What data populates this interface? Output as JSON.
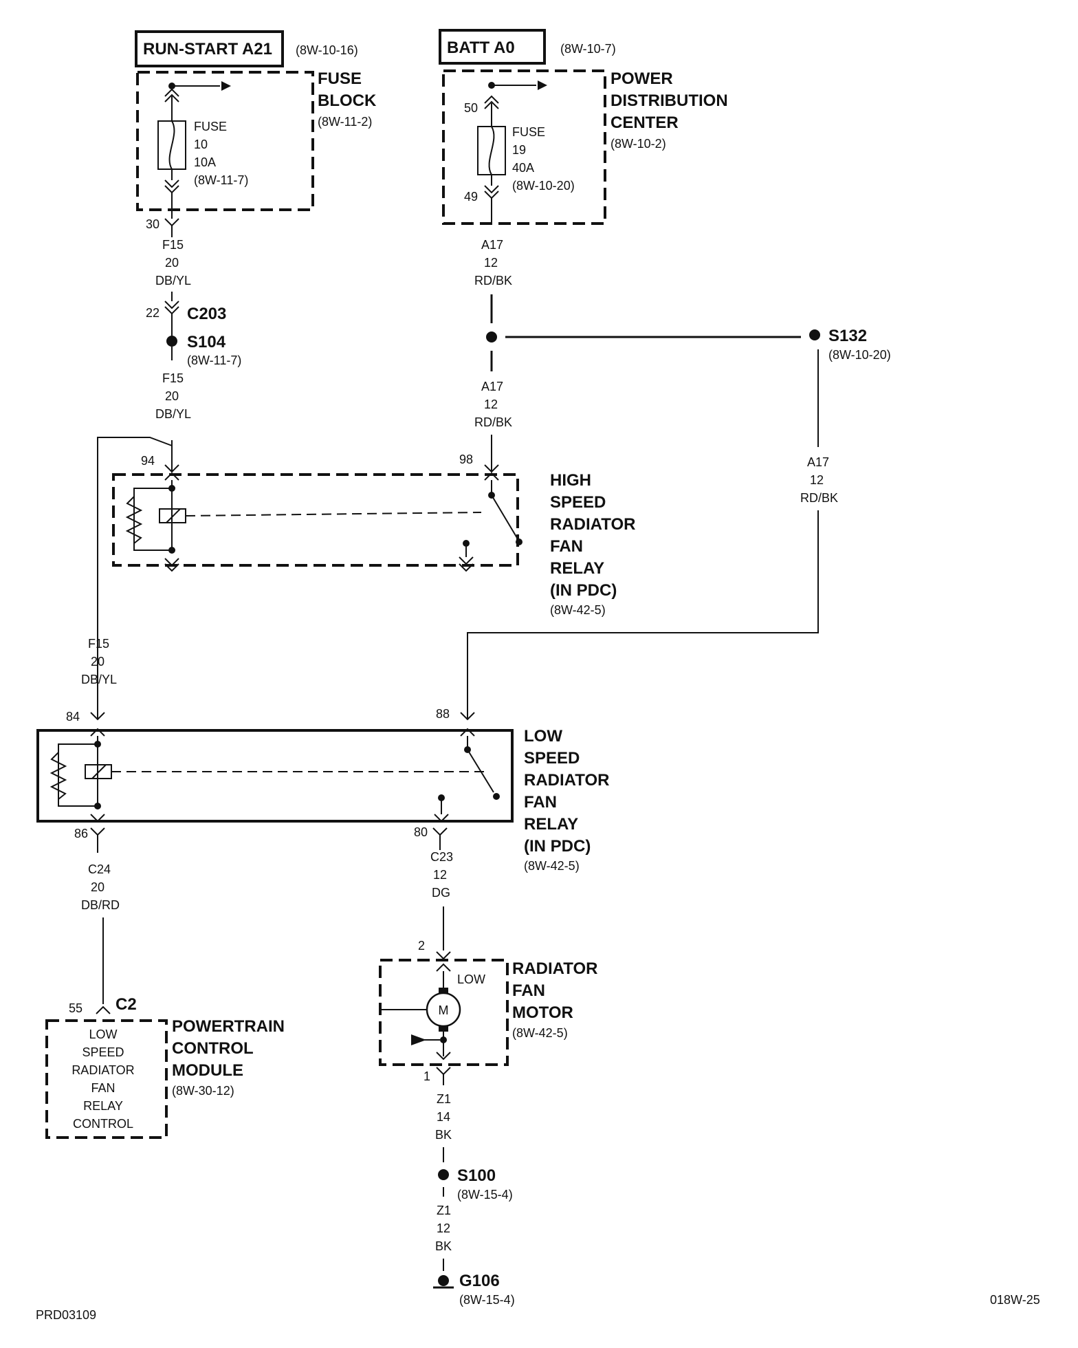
{
  "sources": {
    "run_start": {
      "label": "RUN-START A21",
      "ref": "(8W-10-16)"
    },
    "batt": {
      "label": "BATT A0",
      "ref": "(8W-10-7)"
    }
  },
  "fuse_block": {
    "name_lines": [
      "FUSE",
      "BLOCK"
    ],
    "ref": "(8W-11-2)",
    "fuse_lines": [
      "FUSE",
      "10",
      "10A",
      "(8W-11-7)"
    ],
    "out_pin": "30"
  },
  "pdc": {
    "name_lines": [
      "POWER",
      "DISTRIBUTION",
      "CENTER"
    ],
    "ref": "(8W-10-2)",
    "fuse_lines": [
      "FUSE",
      "19",
      "40A",
      "(8W-10-20)"
    ],
    "in_pin": "50",
    "out_pin": "49"
  },
  "wires": {
    "f15_a": [
      "F15",
      "20",
      "DB/YL"
    ],
    "f15_b": [
      "F15",
      "20",
      "DB/YL"
    ],
    "f15_c": [
      "F15",
      "20",
      "DB/YL"
    ],
    "a17_a": [
      "A17",
      "12",
      "RD/BK"
    ],
    "a17_b": [
      "A17",
      "12",
      "RD/BK"
    ],
    "a17_c": [
      "A17",
      "12",
      "RD/BK"
    ],
    "c24": [
      "C24",
      "20",
      "DB/RD"
    ],
    "c23": [
      "C23",
      "12",
      "DG"
    ],
    "z1_a": [
      "Z1",
      "14",
      "BK"
    ],
    "z1_b": [
      "Z1",
      "12",
      "BK"
    ]
  },
  "connectors": {
    "c203": {
      "label": "C203",
      "pin": "22"
    },
    "c2": {
      "label": "C2",
      "pin": "55"
    }
  },
  "splices": {
    "s104": {
      "label": "S104",
      "ref": "(8W-11-7)"
    },
    "s132": {
      "label": "S132",
      "ref": "(8W-10-20)"
    },
    "s100": {
      "label": "S100",
      "ref": "(8W-15-4)"
    }
  },
  "ground": {
    "label": "G106",
    "ref": "(8W-15-4)"
  },
  "high_relay": {
    "name_lines": [
      "HIGH",
      "SPEED",
      "RADIATOR",
      "FAN",
      "RELAY",
      "(IN PDC)"
    ],
    "ref": "(8W-42-5)",
    "pin_left": "94",
    "pin_right": "98"
  },
  "low_relay": {
    "name_lines": [
      "LOW",
      "SPEED",
      "RADIATOR",
      "FAN",
      "RELAY",
      "(IN PDC)"
    ],
    "ref": "(8W-42-5)",
    "pin_top_left": "84",
    "pin_top_right": "88",
    "pin_bottom_left": "86",
    "pin_bottom_right": "80"
  },
  "pcm": {
    "name_lines": [
      "POWERTRAIN",
      "CONTROL",
      "MODULE"
    ],
    "ref": "(8W-30-12)",
    "inner_lines": [
      "LOW",
      "SPEED",
      "RADIATOR",
      "FAN",
      "RELAY",
      "CONTROL"
    ]
  },
  "motor": {
    "name_lines": [
      "RADIATOR",
      "FAN",
      "MOTOR"
    ],
    "ref": "(8W-42-5)",
    "mode": "LOW",
    "symbol": "M",
    "pin_top": "2",
    "pin_bottom": "1"
  },
  "footer": {
    "left": "PRD03109",
    "right": "018W-25"
  }
}
